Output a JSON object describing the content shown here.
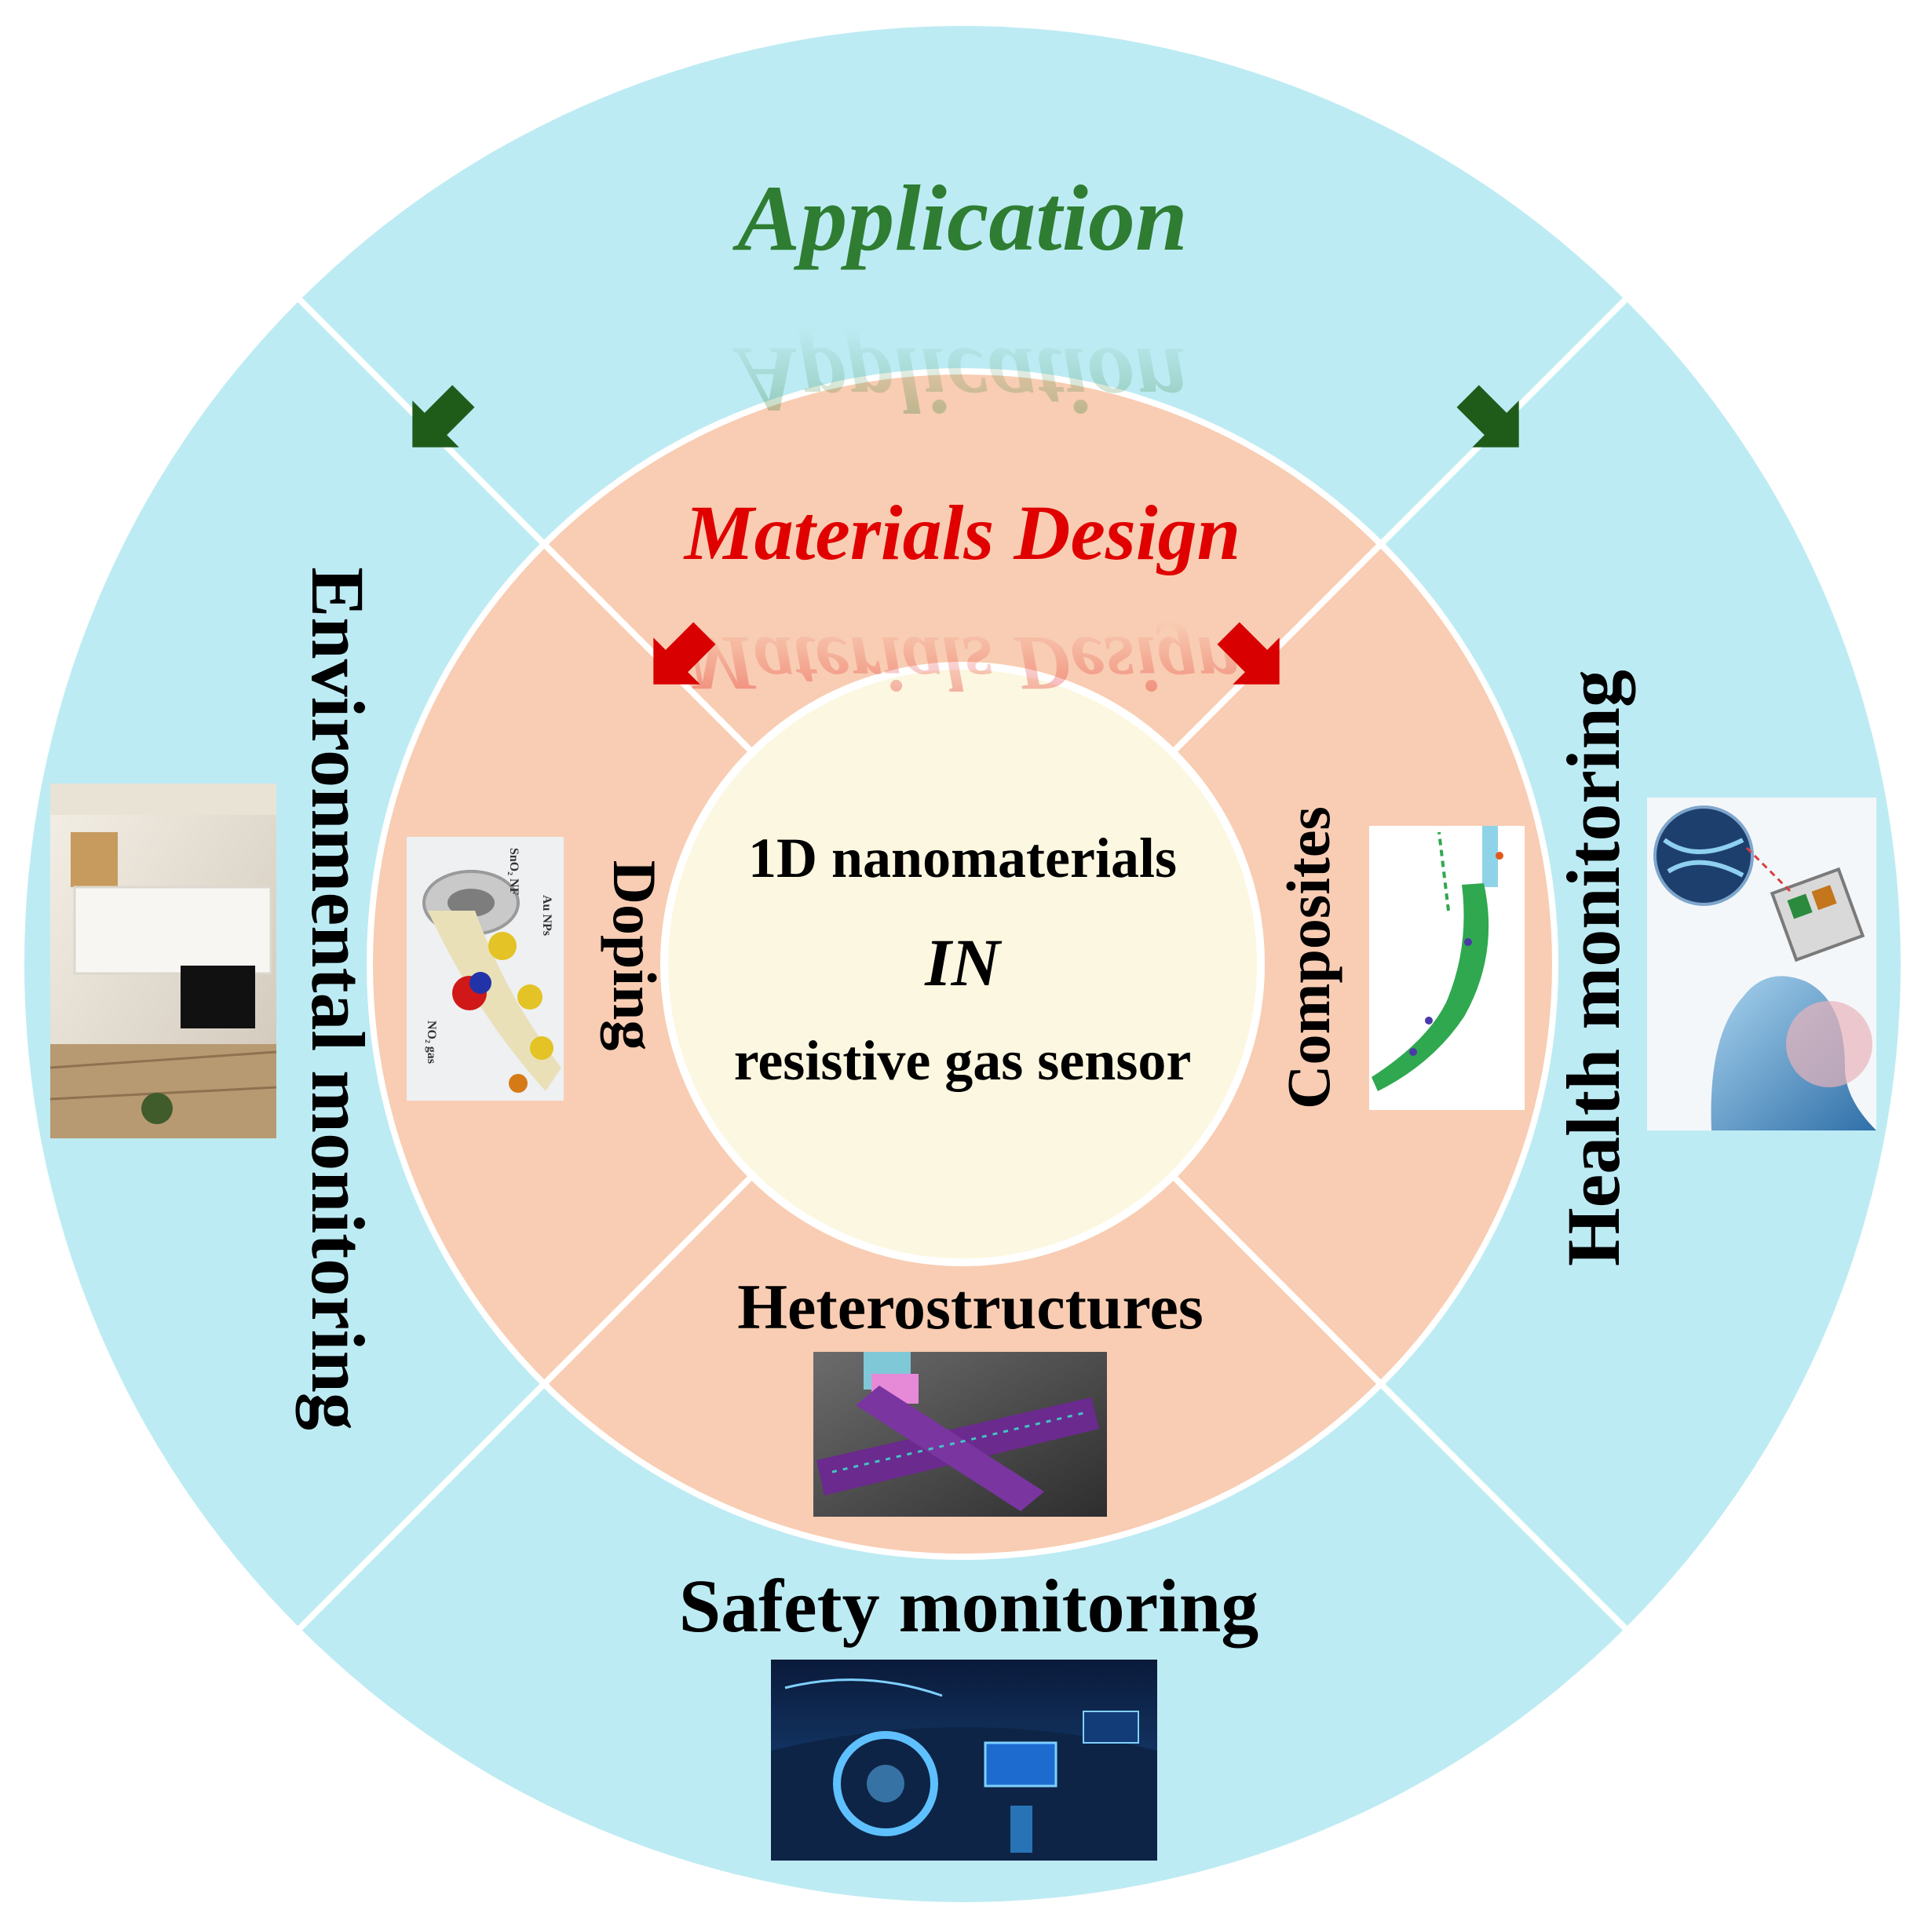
{
  "colors": {
    "outer_ring": "#bdebf3",
    "middle_ring": "#f8cdb3",
    "inner_disk": "#fcf7e0",
    "divider": "#ffffff",
    "application_text": "#2e7d32",
    "materials_text": "#e00000",
    "label_text": "#000000",
    "application_arrow": "#1f5c1a",
    "materials_arrow": "#d80000"
  },
  "outer_ring": {
    "title": "Application",
    "items": [
      {
        "label": "Environmental monitoring",
        "image_icon": "living-room-photo"
      },
      {
        "label": "Health monitoring",
        "image_icon": "breath-analysis-illustration"
      },
      {
        "label": "Safety monitoring",
        "image_icon": "car-dashboard-photo"
      }
    ]
  },
  "middle_ring": {
    "title": "Materials Design",
    "items": [
      {
        "label": "Doping",
        "image_icon": "doped-nanofiber-illustration"
      },
      {
        "label": "Composites",
        "image_icon": "composite-nanofiber-illustration"
      },
      {
        "label": "Heterostructures",
        "image_icon": "heterostructure-nanofiber-illustration"
      }
    ]
  },
  "center": {
    "line1": "1D nanomaterials",
    "line2": "IN",
    "line3": "resistive gas sensor"
  },
  "inset_labels": {
    "doping_fiber": "SnO₂ NF",
    "doping_particles": "Au NPs",
    "doping_gas": "NO₂ gas"
  }
}
